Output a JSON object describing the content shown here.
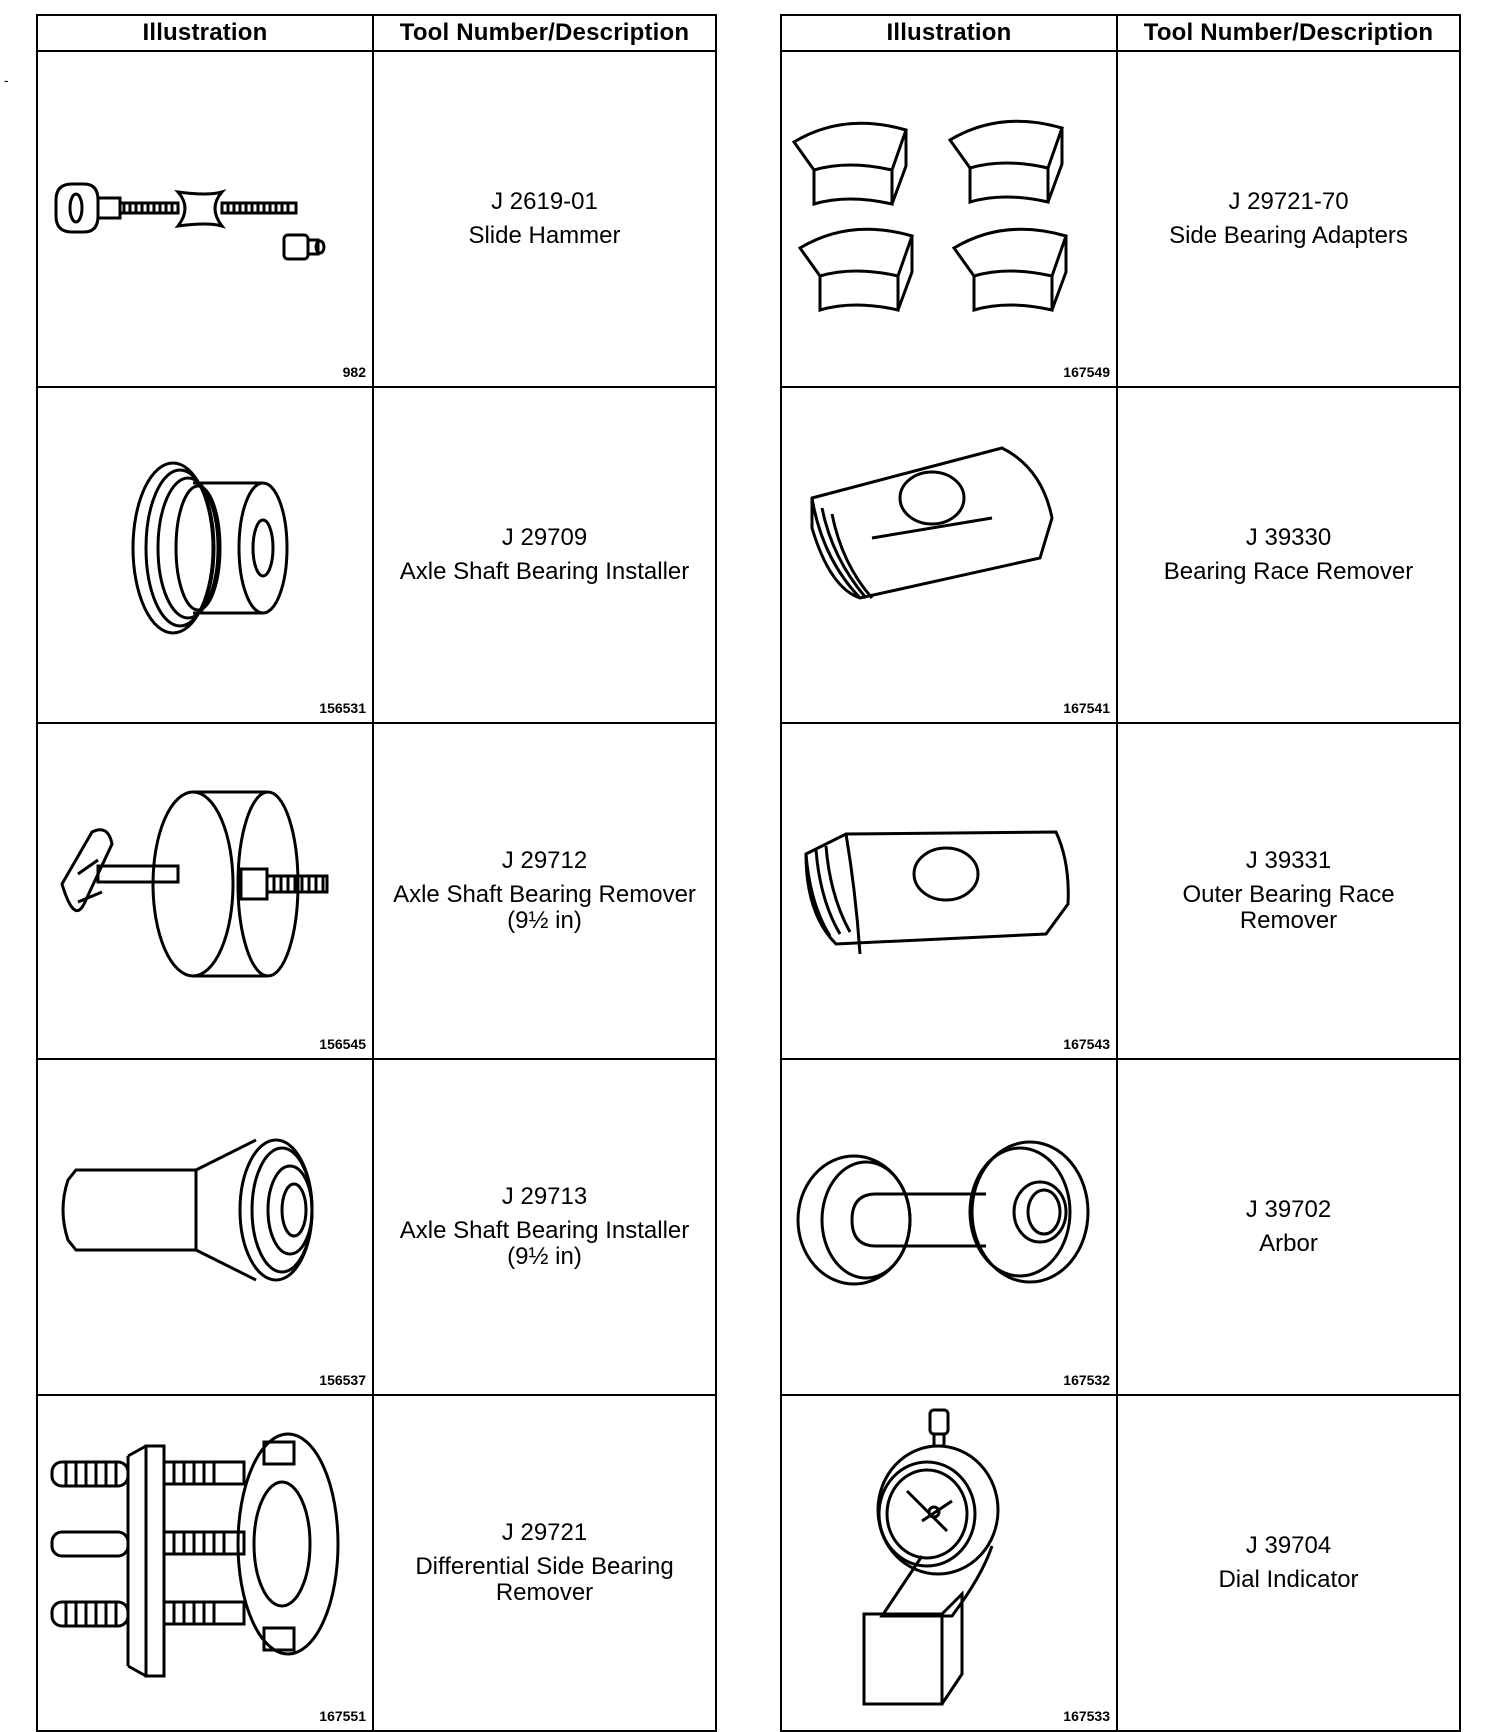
{
  "header": {
    "illustration": "Illustration",
    "tool": "Tool Number/Description"
  },
  "left": [
    {
      "fig": "982",
      "number": "J 2619-01",
      "name": "Slide Hammer",
      "sub": "",
      "icon": "slide-hammer-icon"
    },
    {
      "fig": "156531",
      "number": "J 29709",
      "name": "Axle Shaft Bearing Installer",
      "sub": "",
      "icon": "bearing-installer-icon"
    },
    {
      "fig": "156545",
      "number": "J 29712",
      "name": "Axle Shaft Bearing Remover",
      "sub": "(9½ in)",
      "icon": "bearing-remover-icon"
    },
    {
      "fig": "156537",
      "number": "J 29713",
      "name": "Axle Shaft Bearing Installer",
      "sub": "(9½ in)",
      "icon": "tapered-installer-icon"
    },
    {
      "fig": "167551",
      "number": "J 29721",
      "name": "Differential Side Bearing",
      "sub": "Remover",
      "icon": "puller-icon"
    }
  ],
  "right": [
    {
      "fig": "167549",
      "number": "J 29721-70",
      "name": "Side Bearing Adapters",
      "sub": "",
      "icon": "adapters-icon"
    },
    {
      "fig": "167541",
      "number": "J 39330",
      "name": "Bearing Race Remover",
      "sub": "",
      "icon": "race-remover-icon"
    },
    {
      "fig": "167543",
      "number": "J 39331",
      "name": "Outer Bearing Race",
      "sub": "Remover",
      "icon": "outer-race-remover-icon"
    },
    {
      "fig": "167532",
      "number": "J 39702",
      "name": "Arbor",
      "sub": "",
      "icon": "arbor-icon"
    },
    {
      "fig": "167533",
      "number": "J 39704",
      "name": "Dial Indicator",
      "sub": "",
      "icon": "dial-indicator-icon"
    }
  ]
}
